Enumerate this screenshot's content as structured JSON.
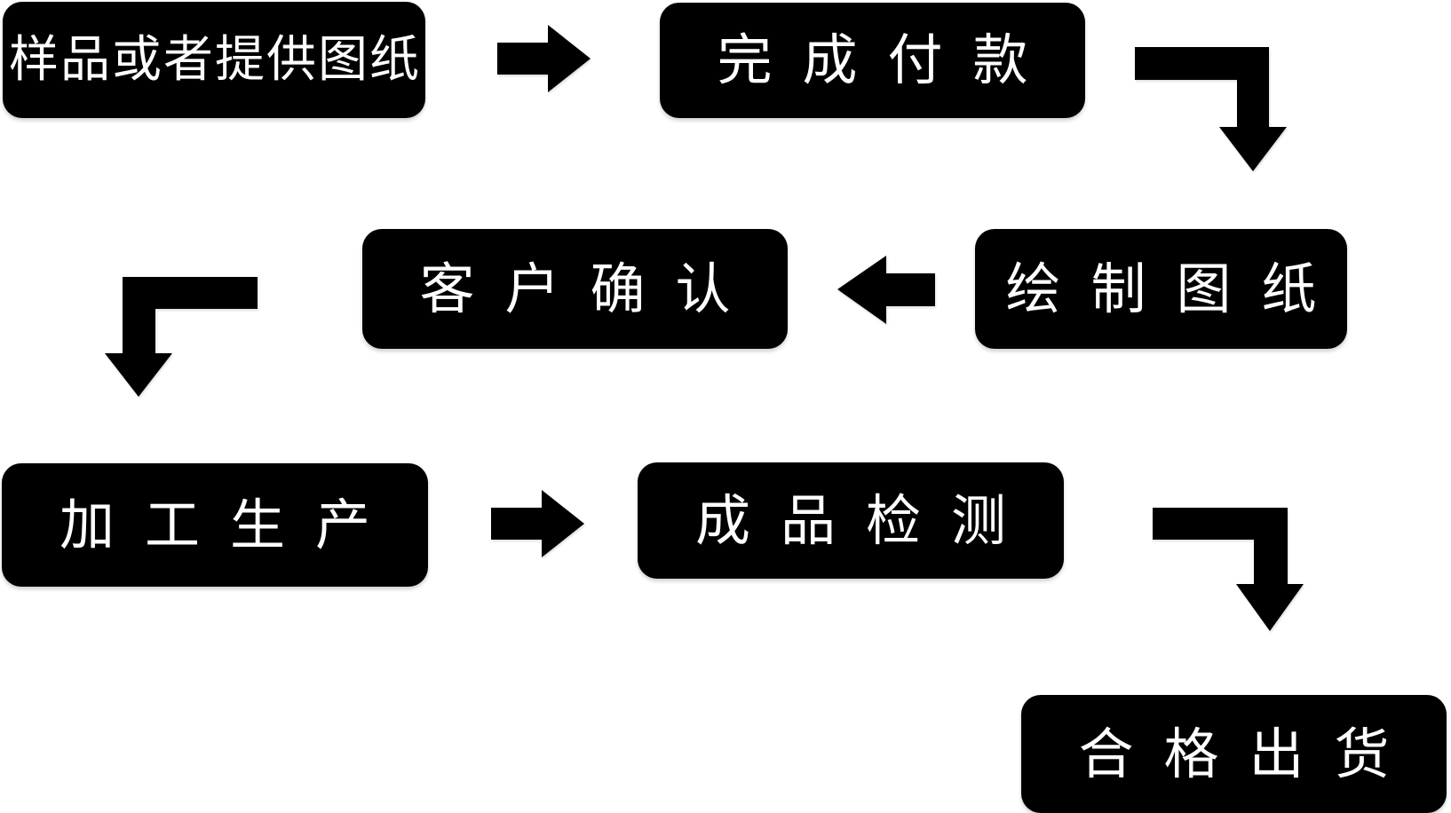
{
  "diagram": {
    "type": "flowchart",
    "background_color": "#ffffff",
    "node_fill_color": "#000000",
    "node_text_color": "#ffffff",
    "connector_color": "#000000",
    "nodes": [
      {
        "id": "sample",
        "label": "样品或者提供图纸"
      },
      {
        "id": "payment",
        "label": "完成付款"
      },
      {
        "id": "drawing",
        "label": "绘制图纸"
      },
      {
        "id": "confirm",
        "label": "客户确认"
      },
      {
        "id": "production",
        "label": "加工生产"
      },
      {
        "id": "inspection",
        "label": "成品检测"
      },
      {
        "id": "shipping",
        "label": "合格出货"
      }
    ],
    "connectors": [
      {
        "from": "sample",
        "to": "payment",
        "shape": "straight-right"
      },
      {
        "from": "payment",
        "to": "drawing",
        "shape": "elbow-right-then-down"
      },
      {
        "from": "drawing",
        "to": "confirm",
        "shape": "straight-left"
      },
      {
        "from": "confirm",
        "to": "production",
        "shape": "elbow-left-then-down"
      },
      {
        "from": "production",
        "to": "inspection",
        "shape": "straight-right"
      },
      {
        "from": "inspection",
        "to": "shipping",
        "shape": "elbow-right-then-down"
      }
    ]
  }
}
